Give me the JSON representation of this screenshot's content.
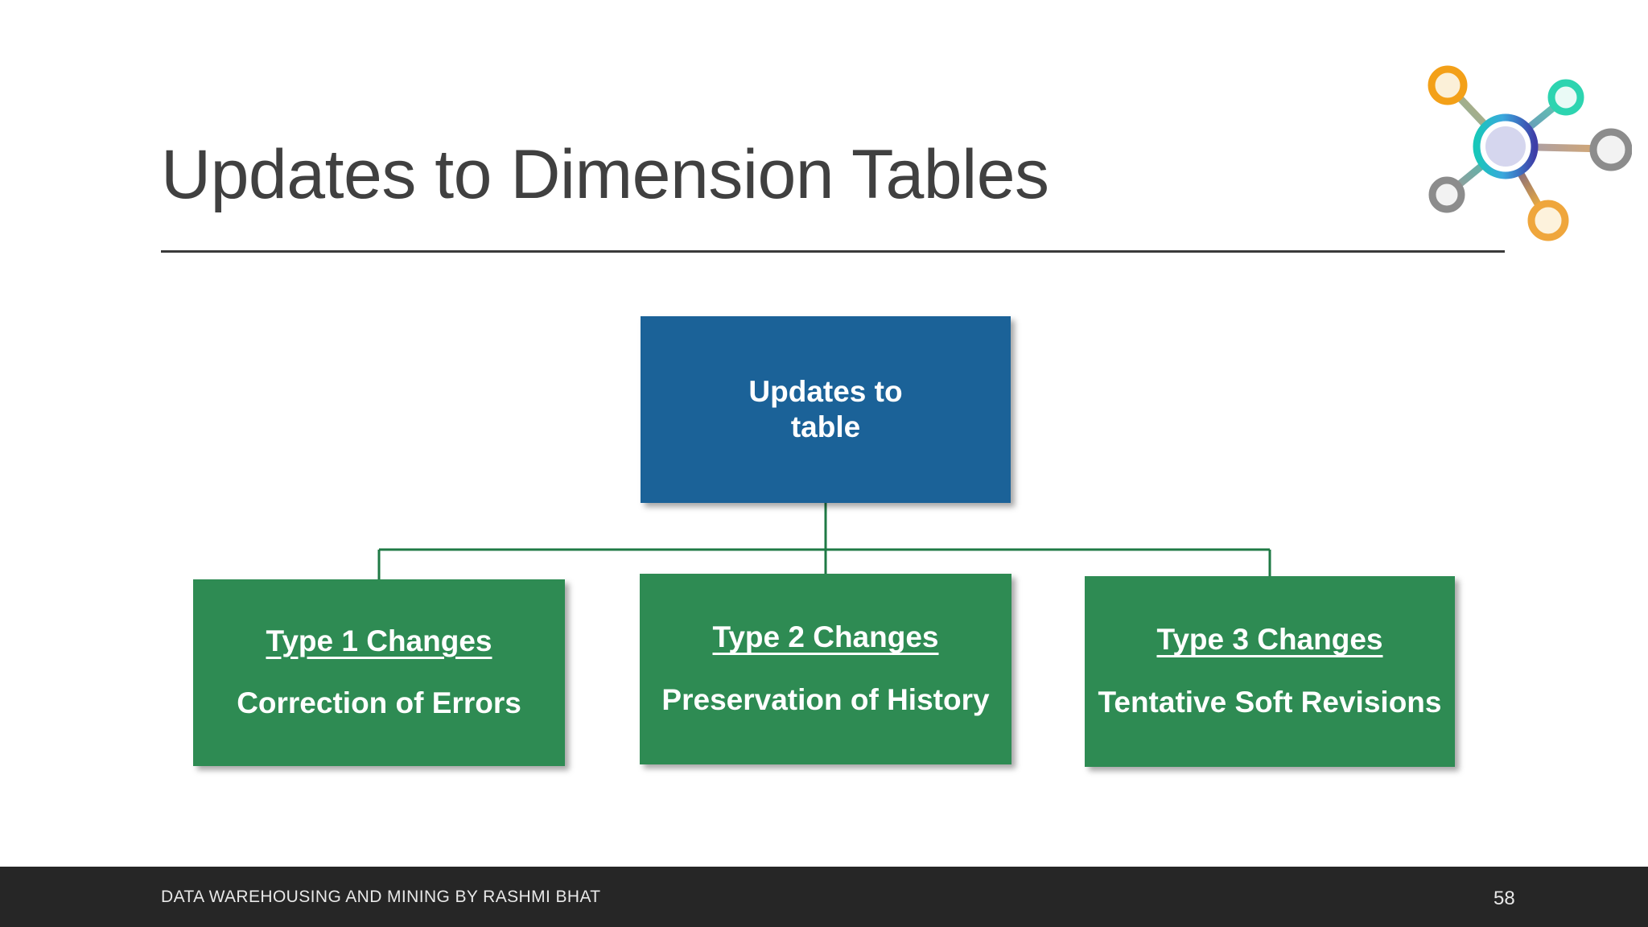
{
  "slide": {
    "title": "Updates to Dimension Tables",
    "background_color": "#ffffff",
    "title_color": "#404040",
    "divider_color": "#3a3a3a"
  },
  "logo": {
    "name": "hub-and-spoke-network-logo",
    "hub": {
      "ring_gradient_from": "#18c7b9",
      "ring_gradient_to": "#3f3fa8",
      "fill": "#d5d6ee"
    },
    "satellites": [
      {
        "name": "satellite-orange-top-left",
        "color": "#F3A018",
        "fill": "#fbf0d8"
      },
      {
        "name": "satellite-teal-top-right",
        "color": "#2DD4B0",
        "fill": "#eafaf6"
      },
      {
        "name": "satellite-gray-right",
        "color": "#8C8C8C",
        "fill": "#f2f2f2"
      },
      {
        "name": "satellite-gray-bottom-left",
        "color": "#8C8C8C",
        "fill": "#f2f2f2"
      },
      {
        "name": "satellite-amber-bottom",
        "color": "#EFA63C",
        "fill": "#fdf2dc"
      }
    ]
  },
  "diagram": {
    "type": "hierarchy",
    "connector_color": "#1F7A45",
    "root": {
      "id": "updates-to-table",
      "line1": "Updates to",
      "line2": "table",
      "fill_color": "#1B6298",
      "text_color": "#ffffff"
    },
    "leaves": [
      {
        "id": "type-1-changes",
        "heading": "Type 1 Changes",
        "body": "Correction of Errors",
        "fill_color": "#2E8B53",
        "text_color": "#ffffff"
      },
      {
        "id": "type-2-changes",
        "heading": "Type 2 Changes",
        "body": "Preservation of History",
        "fill_color": "#2E8B53",
        "text_color": "#ffffff"
      },
      {
        "id": "type-3-changes",
        "heading": "Type 3 Changes",
        "body": "Tentative Soft Revisions",
        "fill_color": "#2E8B53",
        "text_color": "#ffffff"
      }
    ]
  },
  "footer": {
    "text": "DATA WAREHOUSING AND MINING BY RASHMI BHAT",
    "page_number": "58",
    "background_color": "#262626",
    "text_color": "#e8e8e8"
  }
}
